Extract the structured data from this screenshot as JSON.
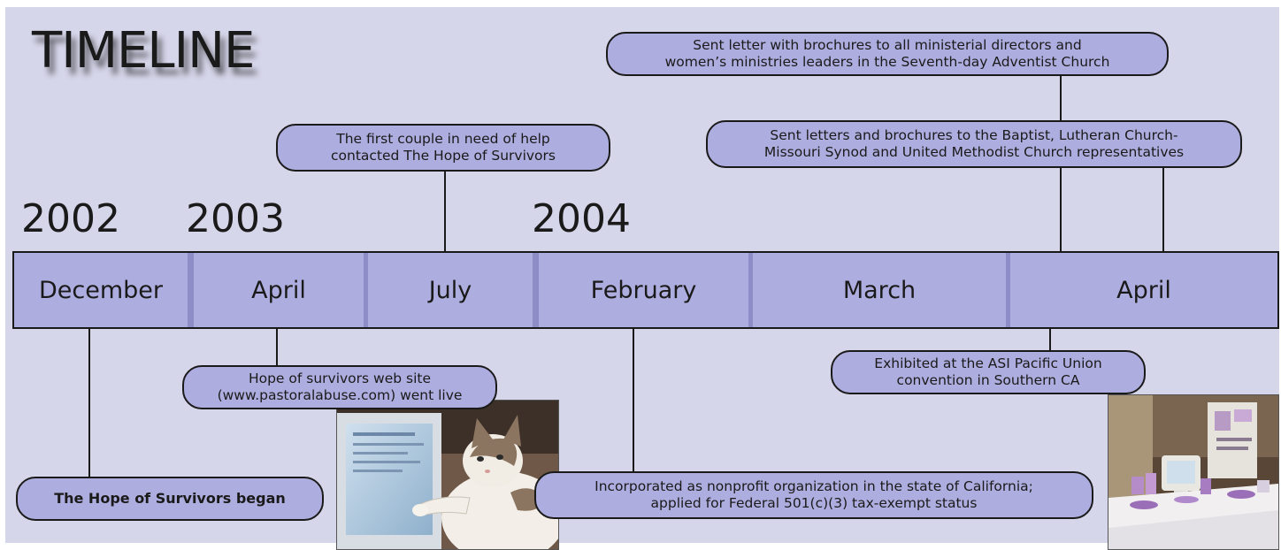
{
  "title": "TIMELINE",
  "years": [
    "2002",
    "2003",
    "2004"
  ],
  "months": [
    "December",
    "April",
    "July",
    "February",
    "March",
    "April"
  ],
  "events": {
    "ministerial_letter": [
      "Sent letter with brochures to all ministerial directors and",
      "women’s ministries leaders in the Seventh-day Adventist Church"
    ],
    "first_couple": [
      "The first couple in need of help",
      "contacted The Hope of Survivors"
    ],
    "baptist_letter": [
      "Sent letters and brochures to the Baptist, Lutheran Church-",
      "Missouri Synod and United Methodist Church representatives"
    ],
    "began": "The Hope of Survivors began",
    "website": [
      "Hope of survivors web site",
      "(www.pastoralabuse.com) went live"
    ],
    "exhibited": [
      "Exhibited at the ASI Pacific Union",
      "convention in Southern CA"
    ],
    "incorporated": [
      "Incorporated as nonprofit organization in the state of California;",
      "applied for Federal 501(c)(3) tax-exempt status"
    ]
  },
  "photos": {
    "cat": "cat-at-computer-photo",
    "booth": "exhibit-booth-photo"
  },
  "colors": {
    "background": "#d6d6ea",
    "band": "#aeaddf",
    "separator": "#8e8dc7",
    "line": "#1a1a1a"
  }
}
